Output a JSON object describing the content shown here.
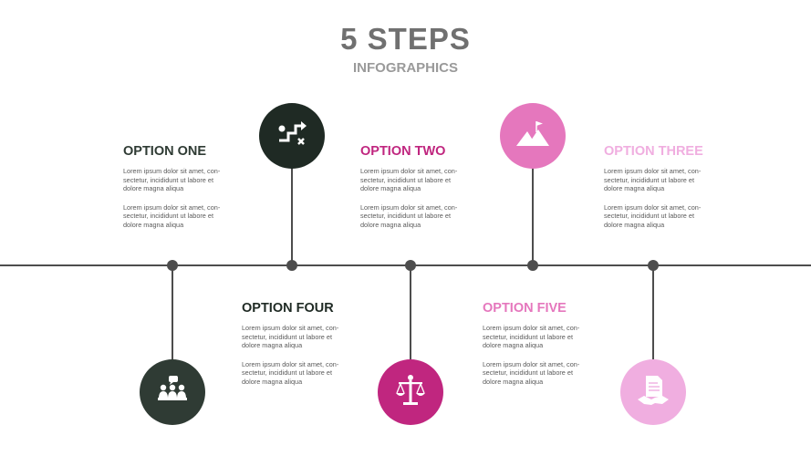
{
  "header": {
    "title": "5 STEPS",
    "subtitle": "INFOGRAPHICS"
  },
  "colors": {
    "dark": "#1f2a24",
    "magenta": "#c0267f",
    "pink": "#e577bd",
    "light_pink": "#f0aee0",
    "line": "#4d4d4d"
  },
  "steps": [
    {
      "title": "OPTION ONE",
      "color": "#2f3b34",
      "icon": "meeting-icon",
      "icon_bg": "#2f3b34",
      "p1": "Lorem ipsum dolor sit amet, con-sectetur, incididunt ut labore et dolore magna aliqua",
      "p2": "Lorem ipsum dolor sit amet, con-sectetur, incididunt ut labore et dolore magna aliqua"
    },
    {
      "title": "OPTION FOUR",
      "color": "#1f2a24",
      "icon": "strategy-icon",
      "icon_bg": "#1f2a24",
      "p1": "Lorem ipsum dolor sit amet, con-sectetur, incididunt ut labore et dolore magna aliqua",
      "p2": "Lorem ipsum dolor sit amet, con-sectetur, incididunt ut labore et dolore magna aliqua"
    },
    {
      "title": "OPTION TWO",
      "color": "#c0267f",
      "icon": "justice-scale-icon",
      "icon_bg": "#c0267f",
      "p1": "Lorem ipsum dolor sit amet, con-sectetur, incididunt ut labore et dolore magna aliqua",
      "p2": "Lorem ipsum dolor sit amet, con-sectetur, incididunt ut labore et dolore magna aliqua"
    },
    {
      "title": "OPTION FIVE",
      "color": "#e577bd",
      "icon": "mountain-flag-icon",
      "icon_bg": "#e577bd",
      "p1": "Lorem ipsum dolor sit amet, con-sectetur, incididunt ut labore et dolore magna aliqua",
      "p2": "Lorem ipsum dolor sit amet, con-sectetur, incididunt ut labore et dolore magna aliqua"
    },
    {
      "title": "OPTION THREE",
      "color": "#f0aee0",
      "icon": "contract-handshake-icon",
      "icon_bg": "#f0aee0",
      "p1": "Lorem ipsum dolor sit amet, con-sectetur, incididunt ut labore et dolore magna aliqua",
      "p2": "Lorem ipsum dolor sit amet, con-sectetur, incididunt ut labore et dolore magna aliqua"
    }
  ]
}
